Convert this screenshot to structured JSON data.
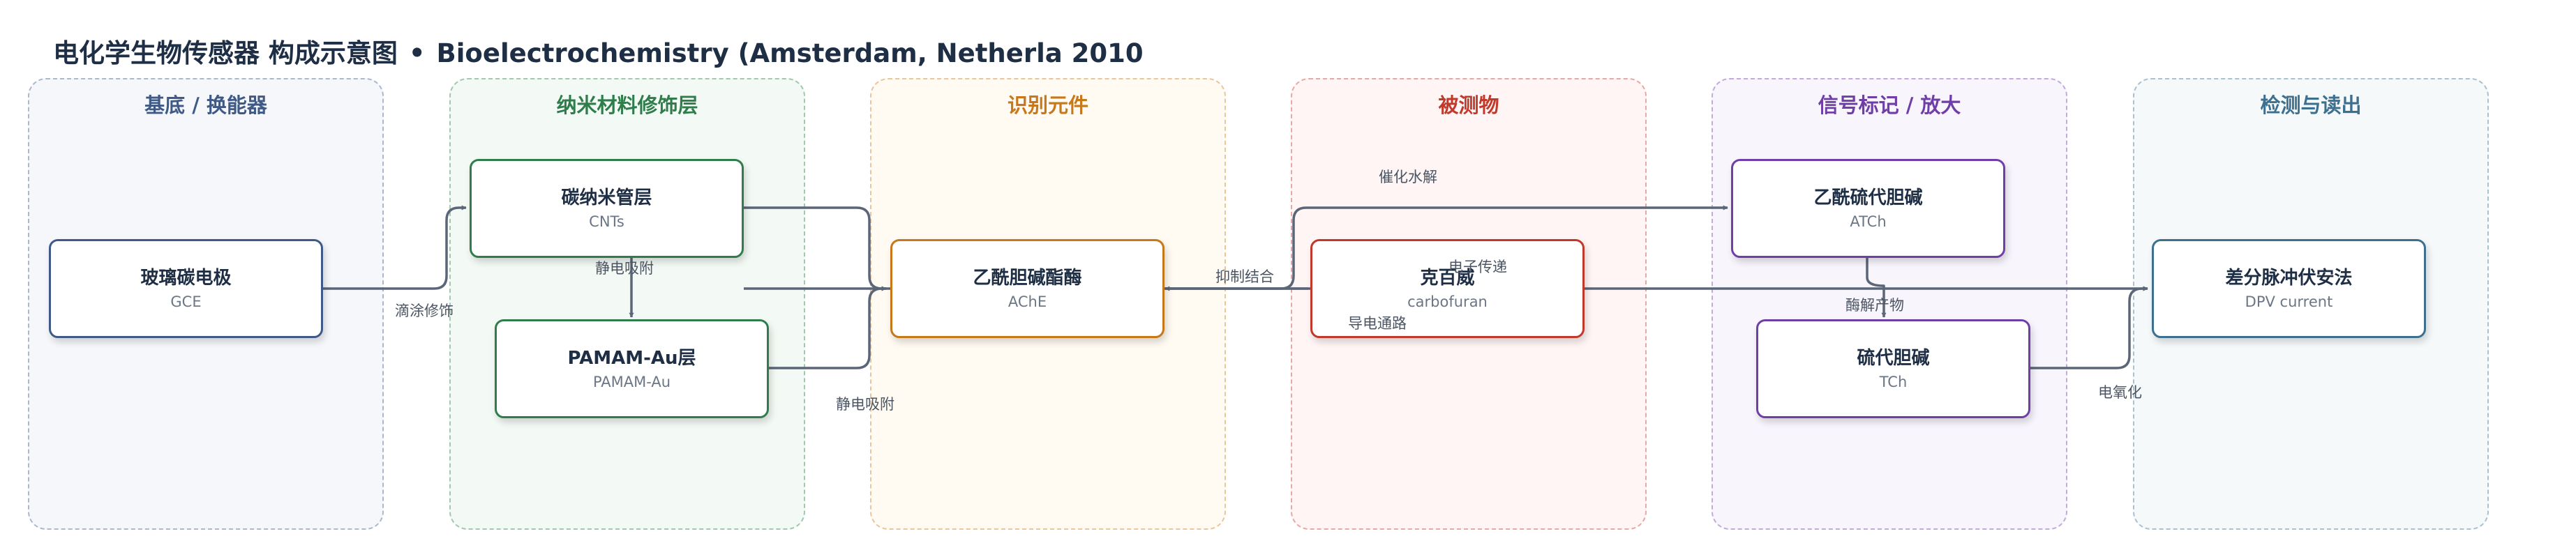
{
  "title": {
    "main": "电化学生物传感器 构成示意图",
    "separator": "•",
    "source": "Bioelectrochemistry (Amsterdam, Netherla 2010"
  },
  "colors": {
    "ink": "#1e2e45",
    "muted": "#6b7686",
    "edge": "#5b6678"
  },
  "lanes": [
    {
      "id": "substrate",
      "title": "基底 / 换能器",
      "color": "#3f5a86",
      "fill": "#f5f7fb"
    },
    {
      "id": "nano",
      "title": "纳米材料修饰层",
      "color": "#2e7d4b",
      "fill": "#f3f9f4"
    },
    {
      "id": "recog",
      "title": "识别元件",
      "color": "#c7781a",
      "fill": "#fffaf2"
    },
    {
      "id": "analyte",
      "title": "被测物",
      "color": "#c0392b",
      "fill": "#fff5f5"
    },
    {
      "id": "signal",
      "title": "信号标记 / 放大",
      "color": "#6f3ea6",
      "fill": "#f8f5fd"
    },
    {
      "id": "detect",
      "title": "检测与读出",
      "color": "#3d6f8e",
      "fill": "#f5f9fa"
    }
  ],
  "nodes": [
    {
      "id": "gce",
      "label": "玻璃碳电极",
      "sub": "GCE",
      "color": "#3f5a86"
    },
    {
      "id": "cnts",
      "label": "碳纳米管层",
      "sub": "CNTs",
      "color": "#2e7d4b"
    },
    {
      "id": "pamam",
      "label": "PAMAM-Au层",
      "sub": "PAMAM-Au",
      "color": "#2e7d4b"
    },
    {
      "id": "ache",
      "label": "乙酰胆碱酯酶",
      "sub": "AChE",
      "color": "#c7781a"
    },
    {
      "id": "carbofuran",
      "label": "克百威",
      "sub": "carbofuran",
      "color": "#c0392b"
    },
    {
      "id": "atch",
      "label": "乙酰硫代胆碱",
      "sub": "ATCh",
      "color": "#6f3ea6"
    },
    {
      "id": "tch",
      "label": "硫代胆碱",
      "sub": "TCh",
      "color": "#6f3ea6"
    },
    {
      "id": "dpv",
      "label": "差分脉冲伏安法",
      "sub": "DPV current",
      "color": "#3d6f8e"
    }
  ],
  "edge_labels": {
    "gce_cnts": "滴涂修饰",
    "cnts_pamam": "静电吸附",
    "pamam_ache": "静电吸附",
    "carbofuran_ache": "抑制结合",
    "ache_atch": "催化水解",
    "atch_tch": "酶解产物",
    "tch_dpv": "电氧化",
    "cnts_dpv_transfer": "电子传递",
    "cnts_dpv_path": "导电通路"
  }
}
